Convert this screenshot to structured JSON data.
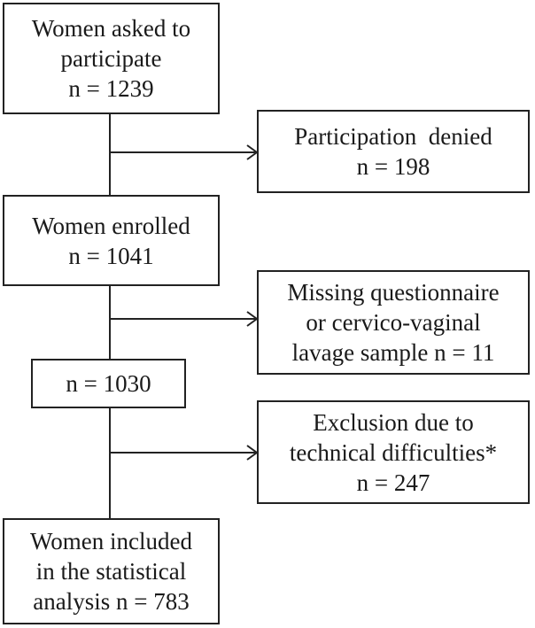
{
  "boxes": {
    "asked": {
      "lines": [
        "Women asked to",
        "participate",
        "n = 1239"
      ]
    },
    "denied": {
      "lines": [
        "Participation  denied",
        "n = 198"
      ]
    },
    "enrolled": {
      "lines": [
        "Women enrolled",
        "n = 1041"
      ]
    },
    "missing": {
      "lines": [
        "Missing questionnaire",
        "or cervico-vaginal",
        "lavage sample n = 11"
      ]
    },
    "n1030": {
      "lines": [
        "n = 1030"
      ]
    },
    "excluded": {
      "lines": [
        "Exclusion due to",
        "technical difficulties*",
        "n = 247"
      ]
    },
    "included": {
      "lines": [
        "Women included",
        "in the statistical",
        "analysis n = 783"
      ]
    }
  }
}
